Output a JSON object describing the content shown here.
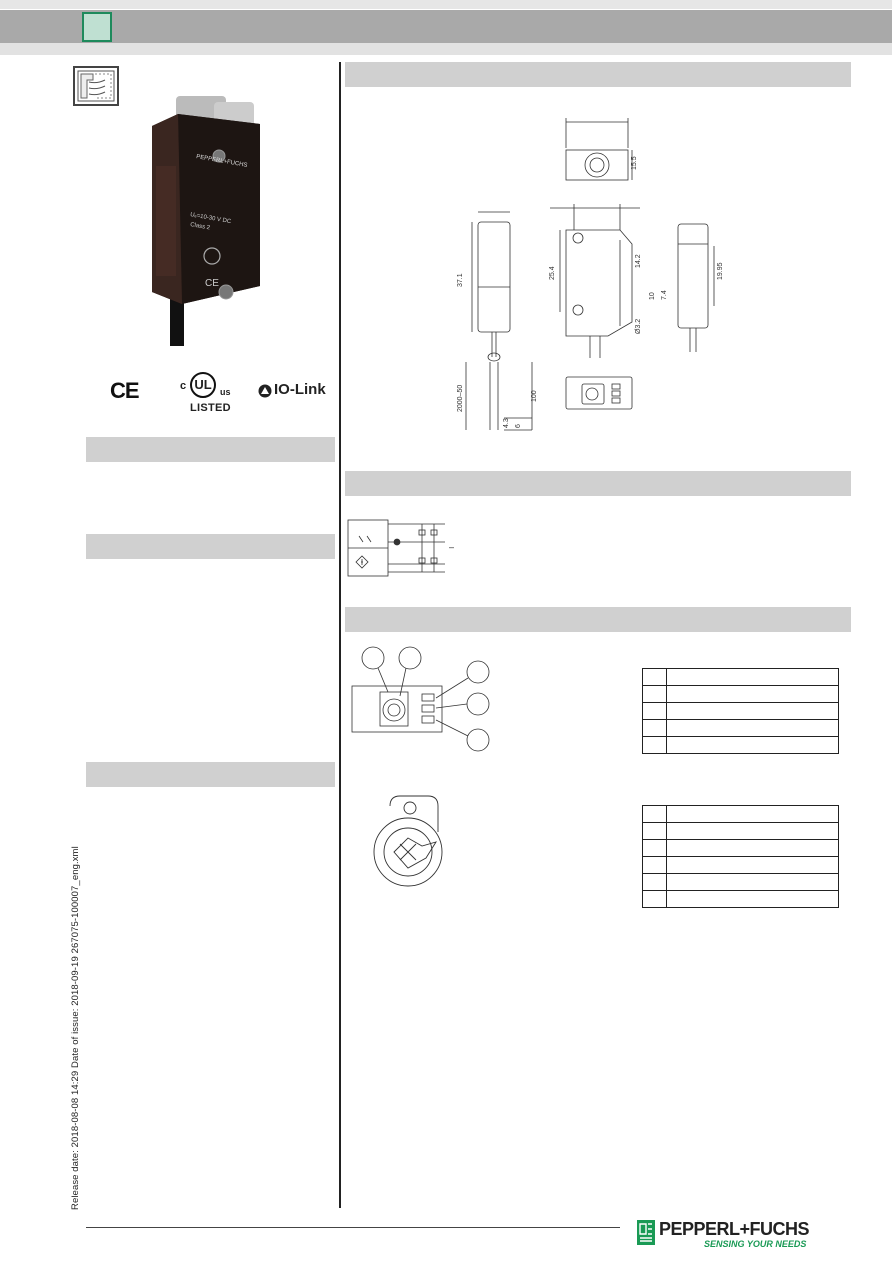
{
  "cert_logos": {
    "ce": "CE",
    "ul_c": "c",
    "ul_mark": "UL",
    "ul_us": "us",
    "ul_listed": "LISTED",
    "iolink": "IO-Link"
  },
  "product_label": {
    "brand": "PEPPERL+FUCHS",
    "supply": "Uₑ=10-30 V DC",
    "class": "Class 2"
  },
  "dimensions": {
    "width_top": "",
    "d_15_5": "15.5",
    "h_37_1": "37.1",
    "h_25_4": "25.4",
    "h_14_2": "14.2",
    "h_10": "10",
    "h_7_4": "7.4",
    "d_3_2": "Ø3.2",
    "h_19_95": "19.95",
    "cable_len": "2000–50",
    "l_100": "100",
    "l_4_3": "4.3",
    "l_6": "6"
  },
  "indicators": {
    "wiring_minus": "–"
  },
  "side_text": "Release date: 2018-08-08 14:29   Date of issue: 2018-09-19   267075-100007_eng.xml",
  "brand": {
    "name": "PEPPERL+FUCHS",
    "slogan": "SENSING YOUR NEEDS"
  },
  "colors": {
    "brand_green": "#1a9a55",
    "section_bar": "#d0d0d0"
  }
}
